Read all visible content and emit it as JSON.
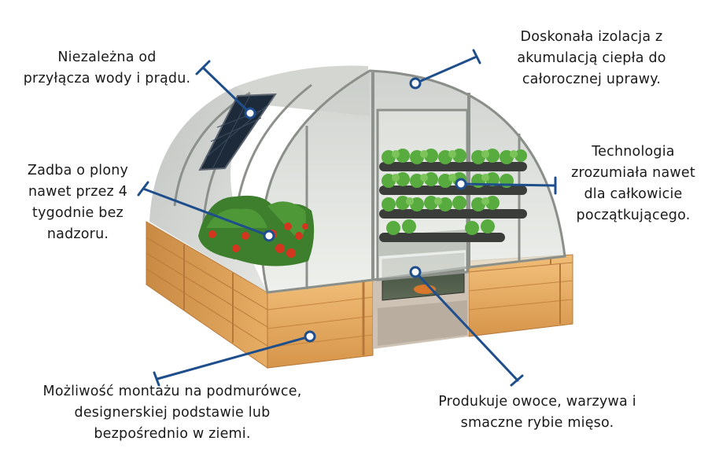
{
  "image": {
    "subject": "greenhouse-illustration",
    "colors": {
      "leader_line": "#1f4e8c",
      "wood": "#e2a55b",
      "frame": "#9a9a94",
      "panel": "#d9dcd6",
      "solar": "#1d2a3a",
      "tomato": "#d2361f",
      "lettuce": "#4fa13a",
      "text": "#1a1a1a"
    }
  },
  "callouts": {
    "water_power": "Niezależna od\nprzyłącza wody i prądu.",
    "insulation": "Doskonała izolacja z\nakumulacją ciepła do\ncałorocznej uprawy.",
    "crops_care": "Zadba o plony\nnawet przez 4\ntygodnie bez\nnadzoru.",
    "technology": "Technologia\nzrozumiała nawet\ndla całkowicie\npoczątkującego.",
    "mounting": "Możliwość montażu na podmurówce,\ndesignerskiej podstawie lub\nbezpośrednio w ziemi.",
    "produce": "Produkuje owoce, warzywa i\nsmaczne rybie mięso."
  }
}
